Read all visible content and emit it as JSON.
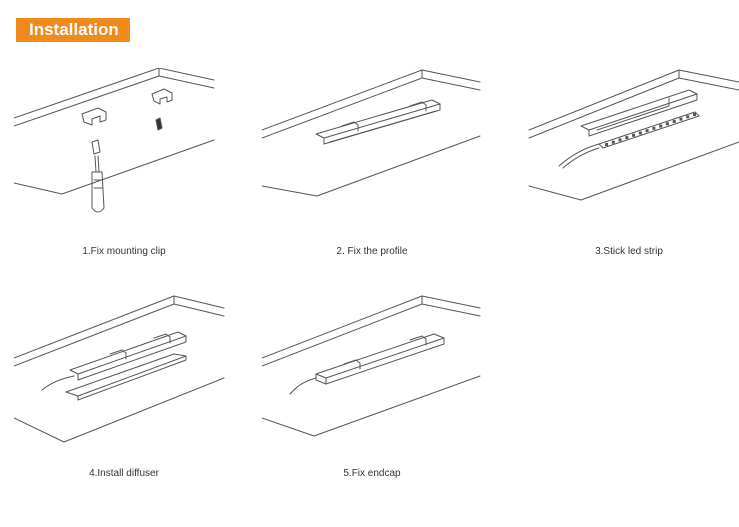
{
  "header": {
    "title": "Installation"
  },
  "colors": {
    "accent": "#f08a1c",
    "line": "#555555"
  },
  "steps": [
    {
      "caption": "1.Fix mounting clip"
    },
    {
      "caption": "2. Fix the profile"
    },
    {
      "caption": "3.Stick led strip"
    },
    {
      "caption": "4.Install diffuser"
    },
    {
      "caption": "5.Fix endcap"
    }
  ]
}
